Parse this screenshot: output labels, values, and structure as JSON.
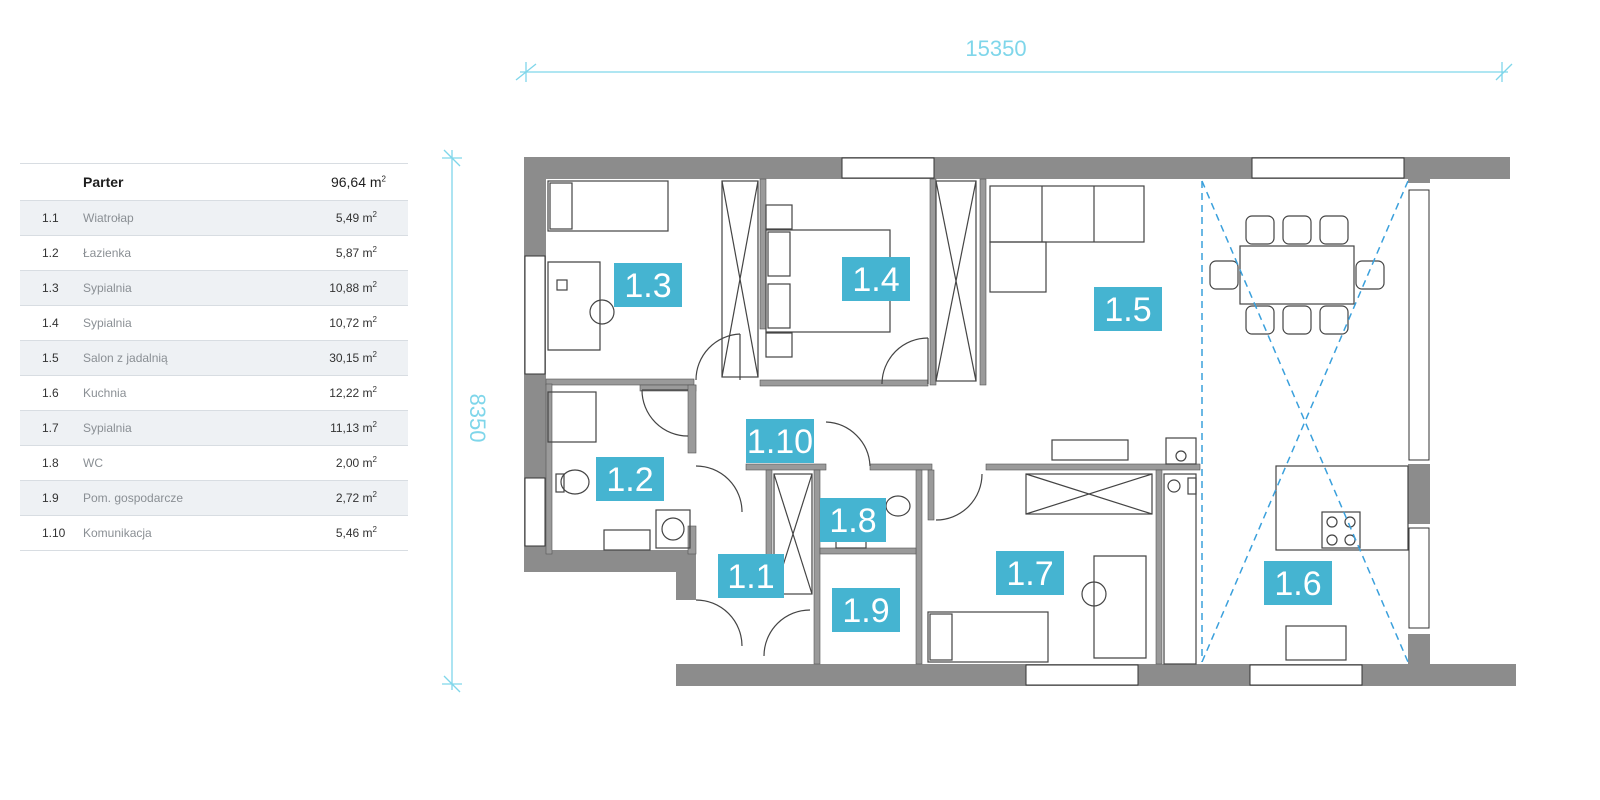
{
  "table": {
    "floor_label": "Parter",
    "floor_total": "96,64 m",
    "sup": "2",
    "rows": [
      {
        "num": "1.1",
        "name": "Wiatrołap",
        "area": "5,49 m"
      },
      {
        "num": "1.2",
        "name": "Łazienka",
        "area": "5,87 m"
      },
      {
        "num": "1.3",
        "name": "Sypialnia",
        "area": "10,88 m"
      },
      {
        "num": "1.4",
        "name": "Sypialnia",
        "area": "10,72 m"
      },
      {
        "num": "1.5",
        "name": "Salon z jadalnią",
        "area": "30,15 m"
      },
      {
        "num": "1.6",
        "name": "Kuchnia",
        "area": "12,22 m"
      },
      {
        "num": "1.7",
        "name": "Sypialnia",
        "area": "11,13 m"
      },
      {
        "num": "1.8",
        "name": "WC",
        "area": "2,00 m"
      },
      {
        "num": "1.9",
        "name": "Pom. gospodarcze",
        "area": "2,72 m"
      },
      {
        "num": "1.10",
        "name": "Komunikacja",
        "area": "5,46 m"
      }
    ]
  },
  "dimensions": {
    "width": "15350",
    "height": "8350"
  },
  "rooms": {
    "r1_1": "1.1",
    "r1_2": "1.2",
    "r1_3": "1.3",
    "r1_4": "1.4",
    "r1_5": "1.5",
    "r1_6": "1.6",
    "r1_7": "1.7",
    "r1_8": "1.8",
    "r1_9": "1.9",
    "r1_10": "1.10"
  },
  "colors": {
    "accent": "#45b4d1",
    "dimension_line": "#7fd6ea",
    "wall": "#8c8c8c"
  }
}
